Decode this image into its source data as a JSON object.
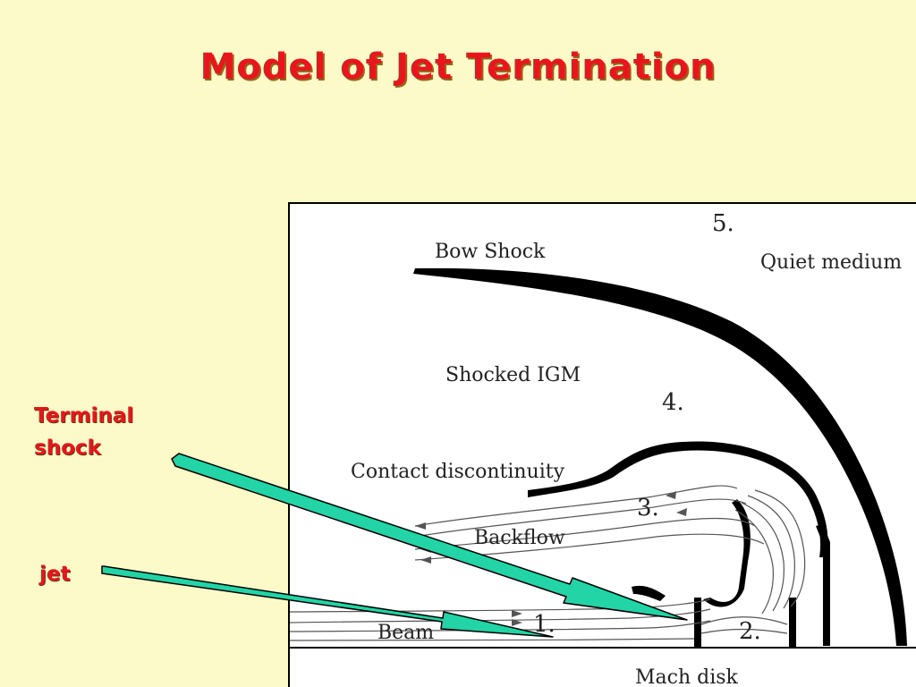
{
  "slide": {
    "title": "Model of Jet Termination"
  },
  "callouts": {
    "terminal_shock_line1": "Terminal",
    "terminal_shock_line2": "shock",
    "jet": "jet"
  },
  "diagram": {
    "labels": {
      "bow_shock": "Bow Shock",
      "quiet_medium": "Quiet medium",
      "shocked_igm": "Shocked IGM",
      "contact_discontinuity": "Contact discontinuity",
      "backflow": "Backflow",
      "beam": "Beam",
      "mach_disk": "Mach disk"
    },
    "regions": {
      "r1": "1.",
      "r2": "2.",
      "r3": "3.",
      "r4": "4.",
      "r5": "5."
    }
  },
  "colors": {
    "background": "#fbfac8",
    "title": "#e8161c",
    "arrow_fill": "#22d4a6"
  }
}
